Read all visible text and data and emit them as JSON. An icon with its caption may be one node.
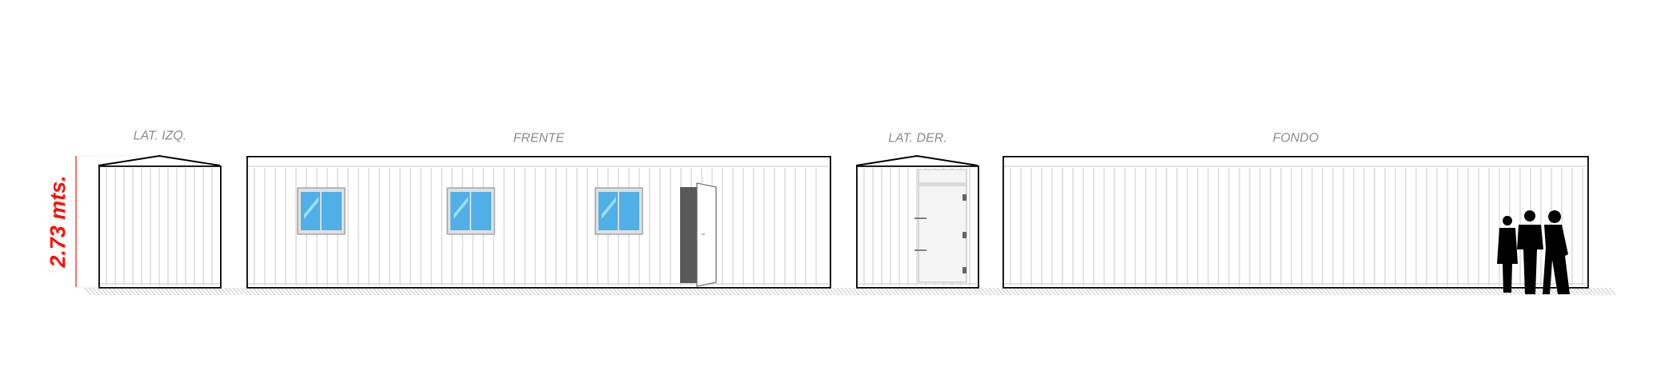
{
  "diagram": {
    "nodes": [
      {
        "text": [
          "LAT. IZQ."
        ]
      },
      {
        "text": [
          "FRENTE"
        ]
      },
      {
        "text": [
          "LAT. DER."
        ]
      },
      {
        "text": [
          "FONDO"
        ]
      }
    ],
    "labels": [
      "2.73 mts."
    ]
  }
}
